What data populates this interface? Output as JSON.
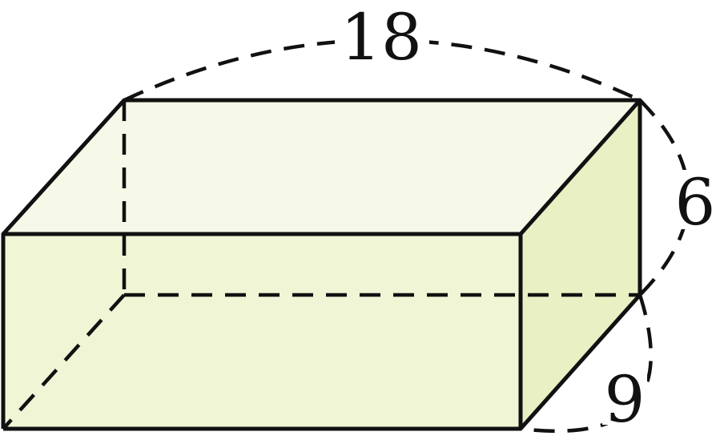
{
  "figure": {
    "colors": {
      "top_face": "#f6f8e8",
      "front_face": "#f0f5d6",
      "side_face": "#e8f0c4",
      "edge": "#111111"
    },
    "dimensions": {
      "length": "18",
      "height": "6",
      "depth": "9"
    }
  }
}
